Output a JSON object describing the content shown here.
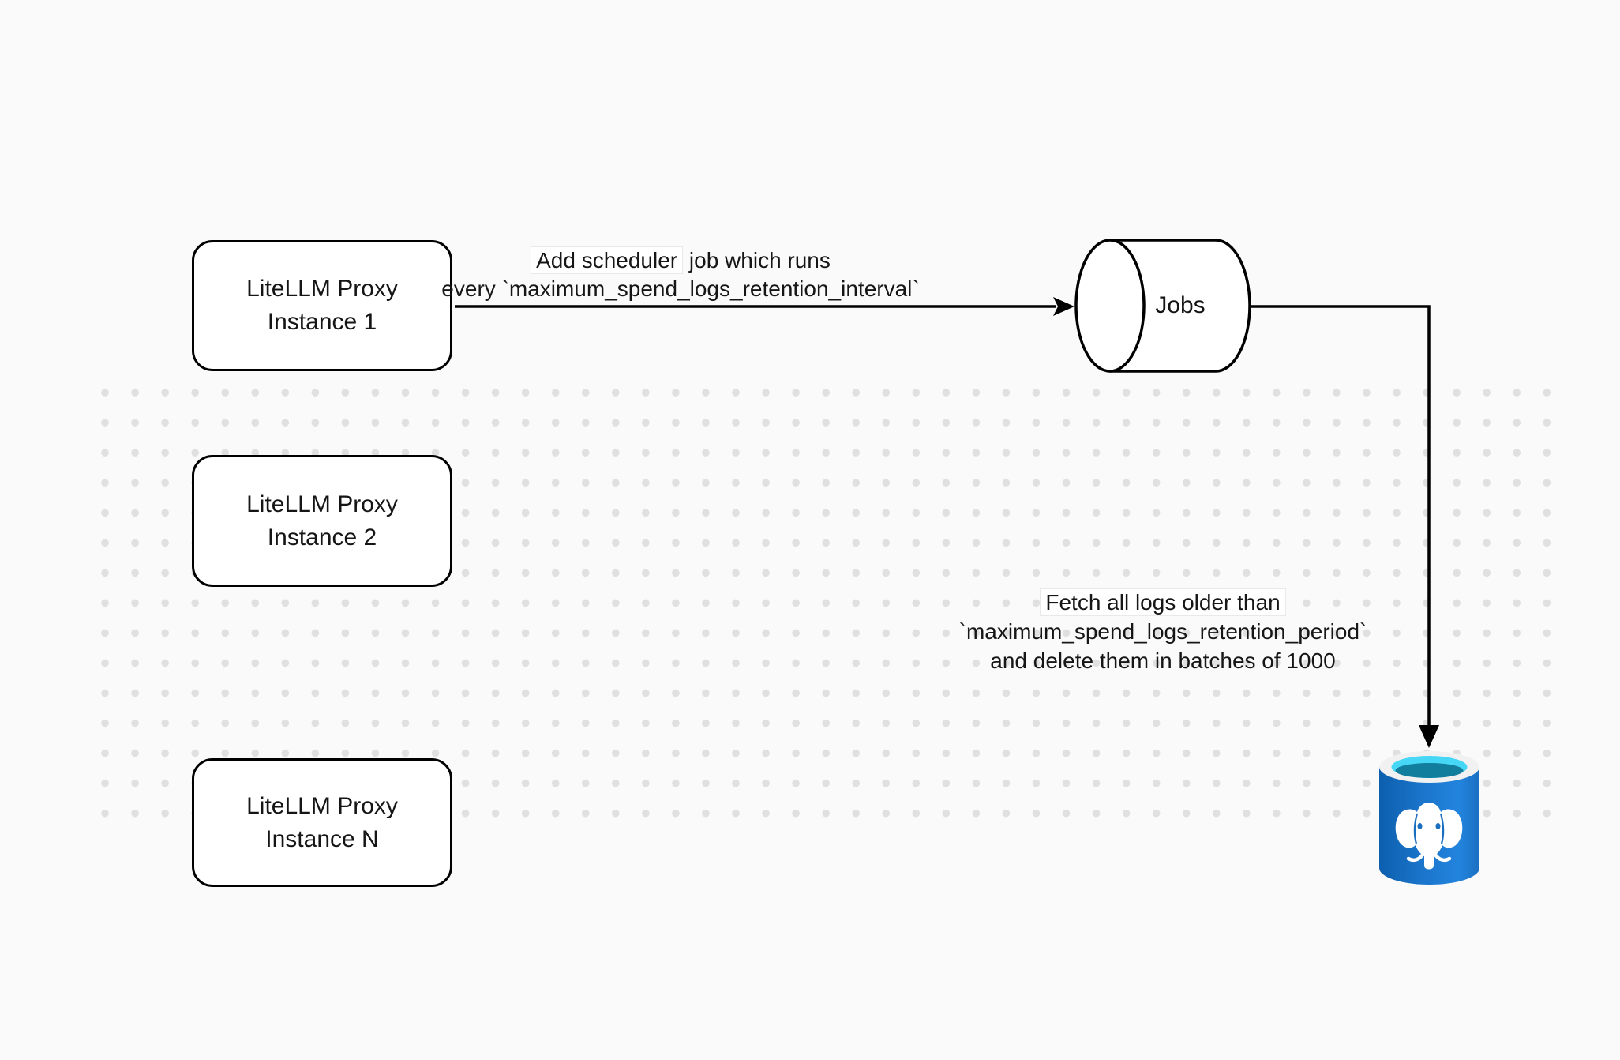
{
  "diagram": {
    "nodes": {
      "instance1": {
        "line1": "LiteLLM Proxy",
        "line2": "Instance 1"
      },
      "instance2": {
        "line1": "LiteLLM Proxy",
        "line2": "Instance 2"
      },
      "instanceN": {
        "line1": "LiteLLM Proxy",
        "line2": "Instance N"
      },
      "jobs": {
        "label": "Jobs"
      },
      "database": {
        "icon": "postgresql-database-icon"
      }
    },
    "edges": {
      "add_job": {
        "line1_highlight": "Add scheduler",
        "line1_rest": " job which runs",
        "line2": "every `maximum_spend_logs_retention_interval`"
      },
      "fetch_logs": {
        "line1": "Fetch all logs older than",
        "line2": "`maximum_spend_logs_retention_period`",
        "line3": "and delete them in batches of 1000"
      }
    },
    "colors": {
      "background": "#fafafa",
      "dot": "#e0e0e0",
      "stroke": "#000000",
      "node_fill": "#ffffff",
      "label_background": "#ffffff",
      "postgres_blue_dark": "#0d5fae",
      "postgres_blue": "#1b76cc",
      "postgres_rim": "#f1f1f1",
      "postgres_cyan": "#45d7f5",
      "postgres_teal": "#117e9e"
    }
  }
}
